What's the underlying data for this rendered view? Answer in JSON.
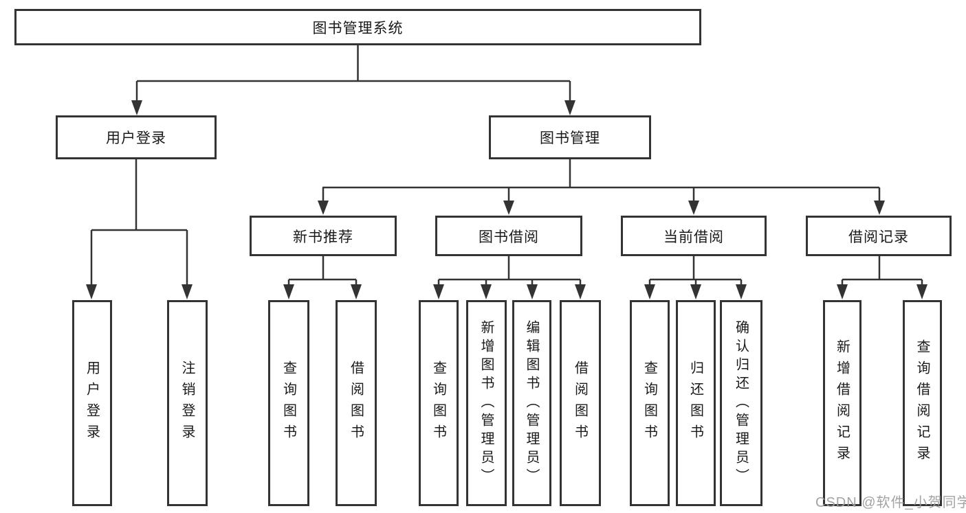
{
  "tree": {
    "root": "图书管理系统",
    "branches": [
      {
        "label": "用户登录",
        "children": [
          "用户登录",
          "注销登录"
        ]
      },
      {
        "label": "图书管理",
        "groups": [
          {
            "label": "新书推荐",
            "children": [
              "查询图书",
              "借阅图书"
            ]
          },
          {
            "label": "图书借阅",
            "children": [
              "查询图书",
              "新增图书（管理员）",
              "编辑图书（管理员）",
              "借阅图书"
            ]
          },
          {
            "label": "当前借阅",
            "children": [
              "查询图书",
              "归还图书",
              "确认归还（管理员）"
            ]
          },
          {
            "label": "借阅记录",
            "children": [
              "新增借阅记录",
              "查询借阅记录"
            ]
          }
        ]
      }
    ]
  },
  "watermark": "CSDN @软件_小贺同学",
  "colors": {
    "line": "#333333",
    "text": "#1a1a1a",
    "box_background": "#ffffff",
    "watermark": "#9e9e9e",
    "page_background": "#ffffff"
  }
}
